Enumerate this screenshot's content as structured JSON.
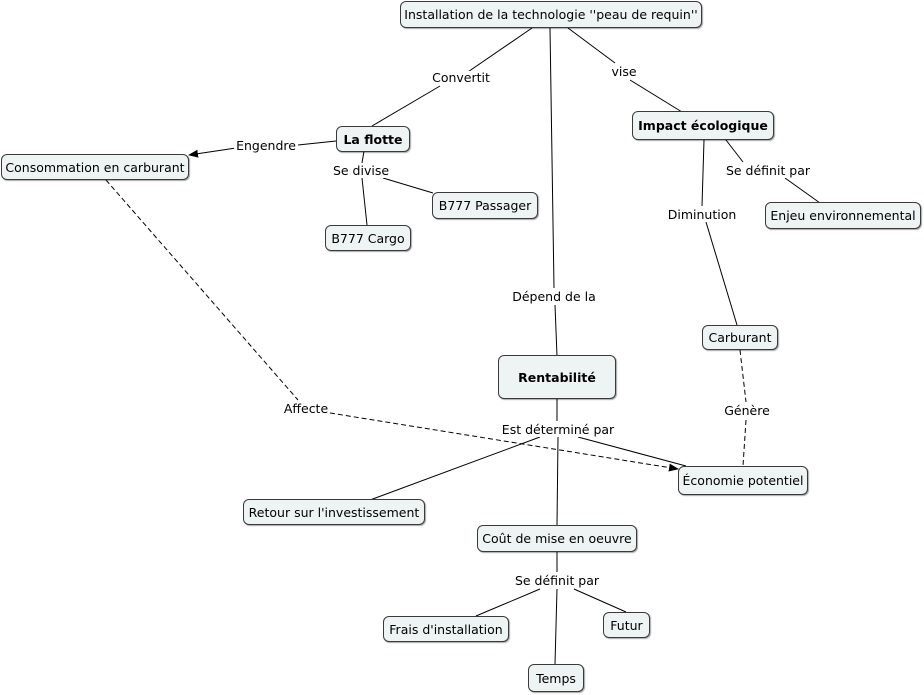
{
  "nodes": {
    "installation": "Installation de la technologie ''peau de requin''",
    "flotte": "La flotte",
    "consommation": "Consommation en carburant",
    "b777_passager": "B777 Passager",
    "b777_cargo": "B777 Cargo",
    "impact": "Impact écologique",
    "enjeu": "Enjeu environnemental",
    "carburant": "Carburant",
    "rentabilite": "Rentabilité",
    "economie": "Économie potentiel",
    "retour": "Retour sur l'investissement",
    "cout": "Coût de mise en oeuvre",
    "frais": "Frais d'installation",
    "futur": "Futur",
    "temps": "Temps"
  },
  "links": {
    "convertit": "Convertit",
    "vise": "vise",
    "engendre": "Engendre",
    "se_divise": "Se divise",
    "se_definit_par_1": "Se définit par",
    "diminution": "Diminution",
    "depend": "Dépend de la",
    "genere": "Génère",
    "affecte": "Affecte",
    "est_determine": "Est déterminé par",
    "se_definit_par_2": "Se définit par"
  }
}
